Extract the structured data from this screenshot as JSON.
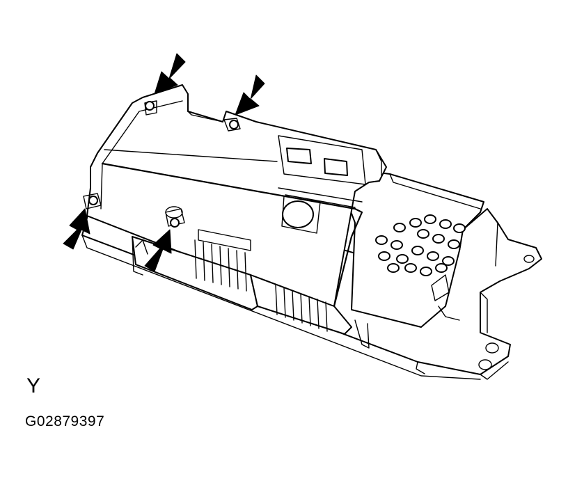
{
  "diagram": {
    "view_label": "Y",
    "figure_code": "G02879397",
    "arrow_count": 4,
    "line_color": "#000000",
    "background_color": "#ffffff"
  }
}
